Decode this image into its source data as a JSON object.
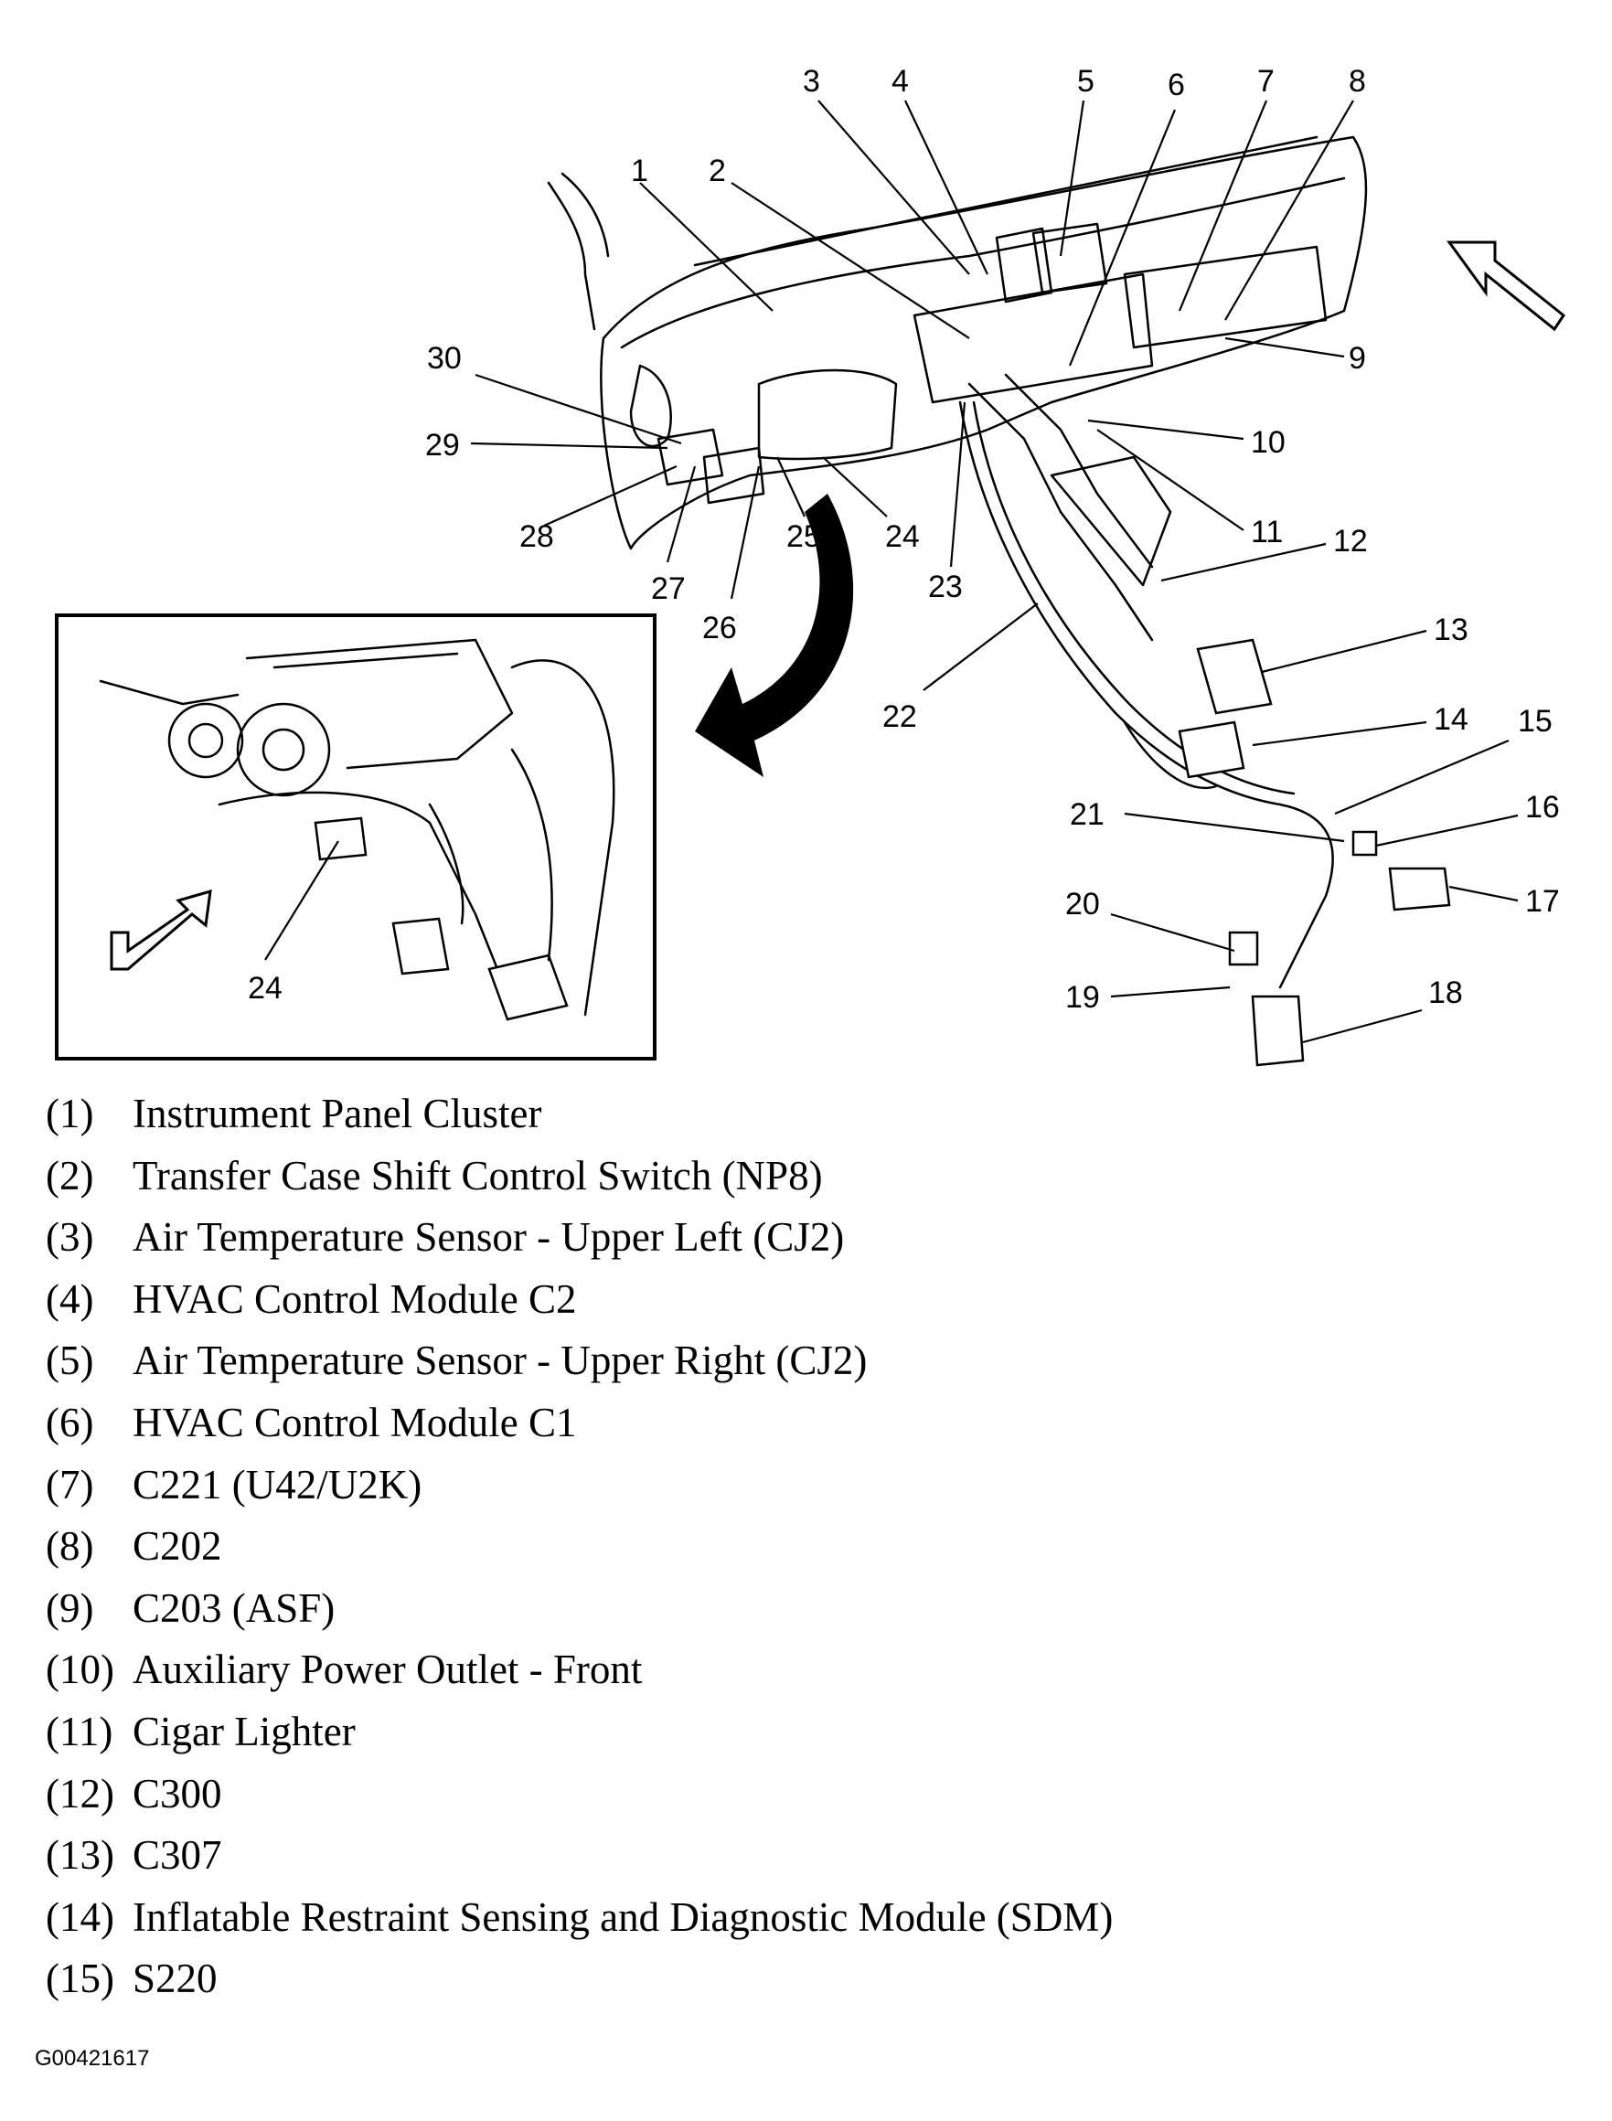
{
  "diagram": {
    "inset_callout": "24",
    "callouts": [
      "1",
      "2",
      "3",
      "4",
      "5",
      "6",
      "7",
      "8",
      "9",
      "10",
      "11",
      "12",
      "13",
      "14",
      "15",
      "16",
      "17",
      "18",
      "19",
      "20",
      "21",
      "22",
      "23",
      "24",
      "25",
      "26",
      "27",
      "28",
      "29",
      "30"
    ],
    "icons": [
      "direction-arrow-icon",
      "inset-direction-arrow-icon",
      "zoom-arrow-icon"
    ]
  },
  "legend": [
    {
      "num": "(1)",
      "label": "Instrument Panel Cluster"
    },
    {
      "num": "(2)",
      "label": "Transfer Case Shift Control Switch (NP8)"
    },
    {
      "num": "(3)",
      "label": "Air Temperature Sensor - Upper Left (CJ2)"
    },
    {
      "num": "(4)",
      "label": "HVAC Control Module C2"
    },
    {
      "num": "(5)",
      "label": "Air Temperature Sensor - Upper Right (CJ2)"
    },
    {
      "num": "(6)",
      "label": "HVAC Control Module C1"
    },
    {
      "num": "(7)",
      "label": "C221 (U42/U2K)"
    },
    {
      "num": "(8)",
      "label": "C202"
    },
    {
      "num": "(9)",
      "label": "C203 (ASF)"
    },
    {
      "num": "(10)",
      "label": "Auxiliary Power Outlet - Front"
    },
    {
      "num": "(11)",
      "label": "Cigar Lighter"
    },
    {
      "num": "(12)",
      "label": "C300"
    },
    {
      "num": "(13)",
      "label": "C307"
    },
    {
      "num": "(14)",
      "label": "Inflatable Restraint Sensing and Diagnostic Module (SDM)"
    },
    {
      "num": "(15)",
      "label": "S220"
    }
  ],
  "figure_id": "G00421617"
}
